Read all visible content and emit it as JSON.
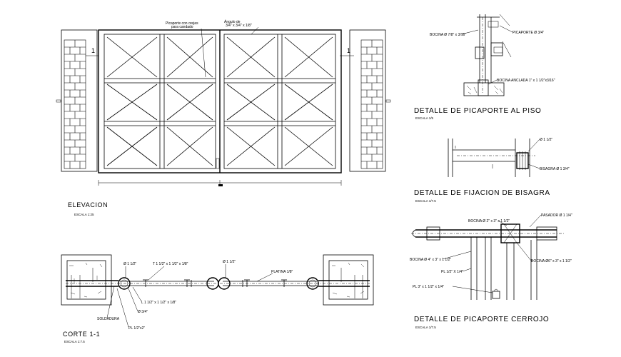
{
  "elevation": {
    "title": "ELEVACION",
    "scale": "ESCALA 1:25",
    "section_mark": "1",
    "callouts": {
      "picaporte": "Picaporte con orejas\npara candado",
      "ang": "Ángulo de\n3/4\" x 3/4\" x 1/8\""
    }
  },
  "section": {
    "title": "CORTE 1-1",
    "scale": "ESCALA 1:7.5",
    "labels": {
      "d1": "Ø 1 1/2\"",
      "t1": "T 1 1/2\" x 1 1/2\" x 1/8\"",
      "d2": "Ø 1 1/2\"",
      "platina": "PLATINA 1/8\"",
      "l1": "L 1 1/2\" x 1 1/2\" x 1/8\"",
      "d3": "Ø 3/4\"",
      "soldadura": "SOLDADURA",
      "pl": "PL 1/2\"x2\""
    }
  },
  "detail_floor": {
    "title": "DETALLE DE PICAPORTE AL PISO",
    "scale": "ESCALA 1/5",
    "labels": {
      "bocina": "BOCINA Ø 7/8\" x 3/16\"",
      "picaporte": "PICAPORTE Ø 3/4\"",
      "anclaje": "BOCINA ANCLADA 1\" x 1 1/2\"x3/16\""
    }
  },
  "detail_hinge": {
    "title": "DETALLE DE FIJACION DE BISAGRA",
    "scale": "ESCALA 1/7.5",
    "labels": {
      "d": "Ø 1 1/2\"",
      "bisagra": "BISAGRA Ø 1 3/4\""
    }
  },
  "detail_bolt": {
    "title": "DETALLE DE PICAPORTE CERROJO",
    "scale": "ESCALA 1/7.5",
    "labels": {
      "pasador": "PASADOR Ø 1 1/4\"",
      "bocina1": "BOCINA Ø 2\" x 3\" x 1 1/2\"",
      "bocina2": "BOCINA Ø 4\" x 3\" x 1 1/2\"",
      "bocina3": "BOCINA Ø6\" x 3\" x 1 1/2\"",
      "pl1": "PL 1/2\" X 1/4\"",
      "pl2": "PL 3\" x 1 1/2\" x 1/4\""
    }
  }
}
